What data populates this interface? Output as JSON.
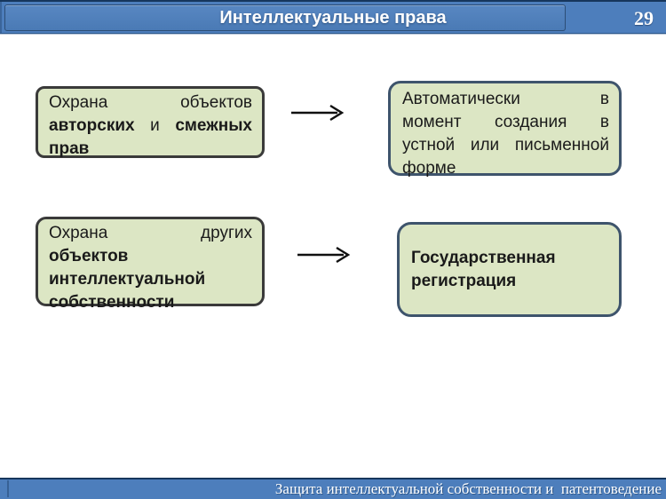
{
  "header": {
    "title": "Интеллектуальные права",
    "page_number": "29"
  },
  "footer": {
    "text": "Защита интеллектуальной собственности и  патентоведение"
  },
  "colors": {
    "header_blue": "#4d7ebc",
    "header_border_dark": "#16365c",
    "box_fill": "#dce6c4",
    "left_box_border": "#3a3a3a",
    "right_box_border": "#3e546c",
    "arrow_color": "#111111",
    "text_color": "#1a1a1a"
  },
  "diagram": {
    "boxes": [
      {
        "name": "box-protection-copyright",
        "lines": [
          {
            "justify": true,
            "segments": [
              {
                "text": "Охрана",
                "bold": false
              },
              {
                "text": "объектов",
                "bold": false
              }
            ]
          },
          {
            "justify": true,
            "segments": [
              {
                "text": "авторских",
                "bold": true
              },
              {
                "text": "и",
                "bold": false
              },
              {
                "text": "смежных",
                "bold": true
              }
            ]
          },
          {
            "justify": false,
            "segments": [
              {
                "text": "прав",
                "bold": true
              }
            ]
          }
        ]
      },
      {
        "name": "box-automatic-in-moment-of-creation",
        "lines": [
          {
            "justify": true,
            "segments": [
              {
                "text": "Автоматически",
                "bold": false
              },
              {
                "text": "в",
                "bold": false
              }
            ]
          },
          {
            "justify": true,
            "segments": [
              {
                "text": "момент",
                "bold": false
              },
              {
                "text": "создания",
                "bold": false
              },
              {
                "text": "в",
                "bold": false
              }
            ]
          },
          {
            "justify": true,
            "segments": [
              {
                "text": "устной",
                "bold": false
              },
              {
                "text": "или",
                "bold": false
              },
              {
                "text": "письменной",
                "bold": false
              }
            ]
          },
          {
            "justify": false,
            "segments": [
              {
                "text": "форме",
                "bold": false
              }
            ]
          }
        ]
      },
      {
        "name": "box-protection-other-ip-objects",
        "lines": [
          {
            "justify": true,
            "segments": [
              {
                "text": "Охрана",
                "bold": false
              },
              {
                "text": "других",
                "bold": false
              }
            ]
          },
          {
            "justify": false,
            "segments": [
              {
                "text": "объектов",
                "bold": true
              }
            ]
          },
          {
            "justify": false,
            "segments": [
              {
                "text": "интеллектуальной",
                "bold": true
              }
            ]
          },
          {
            "justify": false,
            "segments": [
              {
                "text": "собственности",
                "bold": true
              }
            ]
          }
        ]
      },
      {
        "name": "box-state-registration",
        "lines": [
          {
            "justify": false,
            "segments": [
              {
                "text": "Государственная",
                "bold": true
              }
            ]
          },
          {
            "justify": false,
            "segments": [
              {
                "text": "регистрация",
                "bold": true
              }
            ]
          }
        ]
      }
    ]
  }
}
